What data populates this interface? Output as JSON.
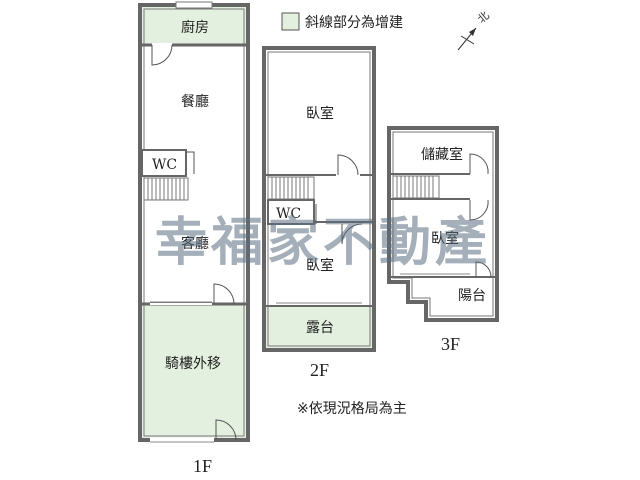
{
  "legend": {
    "text": "斜線部分為增建",
    "swatch_color": "#e4f0df"
  },
  "compass": {
    "label": "北",
    "icon": "north-arrow-icon"
  },
  "floors": {
    "f1": {
      "label": "1F",
      "rooms": {
        "kitchen": "廚房",
        "dining": "餐廳",
        "wc": "WC",
        "living": "客廳",
        "arcade": "騎樓外移"
      }
    },
    "f2": {
      "label": "2F",
      "rooms": {
        "bedroom_top": "臥室",
        "wc": "WC",
        "bedroom_bottom": "臥室",
        "terrace": "露台"
      }
    },
    "f3": {
      "label": "3F",
      "rooms": {
        "storage": "儲藏室",
        "bedroom": "臥室",
        "balcony": "陽台"
      }
    }
  },
  "note": "※依現況格局為主",
  "watermark": "幸福家不動產",
  "colors": {
    "extension_fill": "#e4f0df",
    "wall": "#666666"
  }
}
